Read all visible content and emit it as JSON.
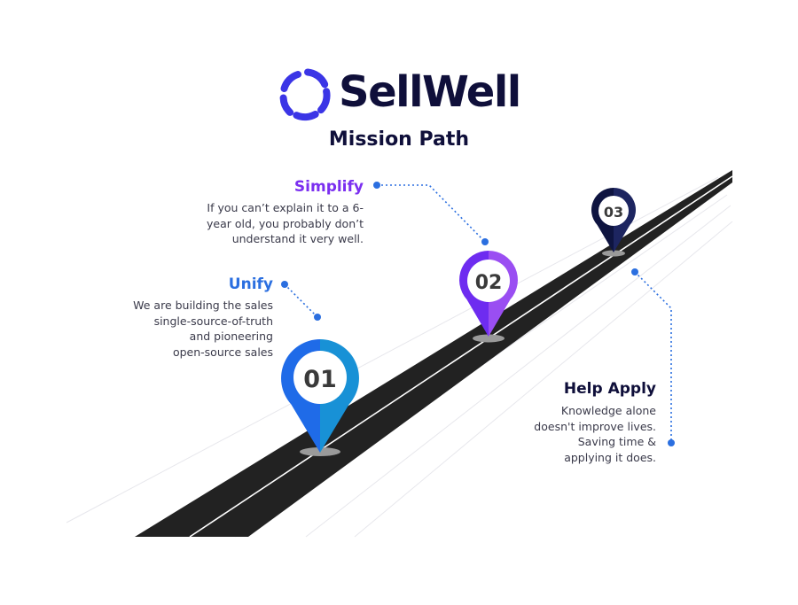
{
  "brand": {
    "name": "SellWell",
    "subtitle": "Mission Path",
    "logo_icon": "ring-segments-icon",
    "colors": {
      "logo": "#3b35e6",
      "text": "#0f0f3a"
    }
  },
  "steps": [
    {
      "number": "01",
      "title": "Unify",
      "description": "We are building the sales\nsingle-source-of-truth\nand pioneering\nopen-source sales",
      "colors": {
        "title": "#2b6fe0",
        "pin_left": "#1f6be8",
        "pin_right": "#1891d6"
      }
    },
    {
      "number": "02",
      "title": "Simplify",
      "description": "If you can’t explain it to a 6-\nyear old, you probably don’t\nunderstand it very well.",
      "colors": {
        "title": "#7b2ff0",
        "pin_left": "#6e2cf0",
        "pin_right": "#9a4ef2"
      }
    },
    {
      "number": "03",
      "title": "Help Apply",
      "description": "Knowledge alone\ndoesn't improve lives.\nSaving time &\napplying it does.",
      "colors": {
        "title": "#0f0f3a",
        "pin_left": "#0e1440",
        "pin_right": "#1d2560"
      }
    }
  ],
  "colors": {
    "road": "#222222",
    "road_line": "#ffffff",
    "connector": "#2b6fe0"
  }
}
